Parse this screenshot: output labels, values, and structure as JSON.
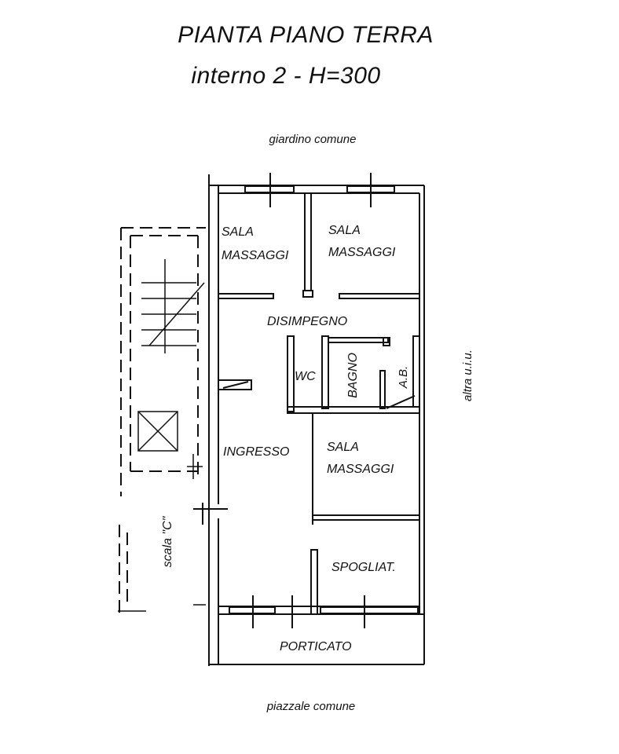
{
  "header": {
    "title": "PIANTA PIANO TERRA",
    "subtitle": "interno 2   -  H=300"
  },
  "outside": {
    "top": "giardino comune",
    "bottom": "piazzale comune",
    "right": "altra u.i.u.",
    "stair": "scala \"C\""
  },
  "rooms": {
    "sala1": [
      "SALA",
      "MASSAGGI"
    ],
    "sala2": [
      "SALA",
      "MASSAGGI"
    ],
    "sala3": [
      "SALA",
      "MASSAGGI"
    ],
    "disimpegno": "DISIMPEGNO",
    "wc": "WC",
    "bagno": "BAGNO",
    "ab": "A.B.",
    "ingresso": "INGRESSO",
    "spogliat": "SPOGLIAT.",
    "porticato": "PORTICATO"
  }
}
